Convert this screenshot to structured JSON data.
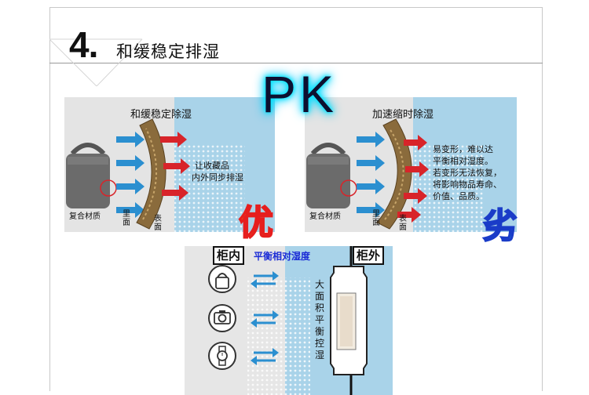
{
  "heading": {
    "number": "4.",
    "title": "和缓稳定排湿"
  },
  "pk_label": "PK",
  "left_panel": {
    "title": "和缓稳定除湿",
    "desc_line1": "让收藏品",
    "desc_line2": "内外同步排湿",
    "material_label": "复合材质",
    "inner_label": "里面",
    "outer_label": "表面",
    "verdict": "优"
  },
  "right_panel": {
    "title": "加速缩时除湿",
    "desc_lines": [
      "易变形，难以达",
      "平衡相对湿度。",
      "若变形无法恢复，",
      "将影响物品寿命、",
      "价值、品质。"
    ],
    "material_label": "复合材质",
    "inner_label": "里面",
    "outer_label": "表面",
    "verdict": "劣"
  },
  "bottom_panel": {
    "inside_label": "柜内",
    "outside_label": "柜外",
    "balance_label": "平衡相对湿度",
    "side_label": "大面积平衡控湿",
    "items": [
      "bag-icon",
      "camera-icon",
      "watch-icon"
    ]
  },
  "colors": {
    "accent_blue": "#1a2bd6",
    "panel_blue": "#a9d3e9",
    "arrow_red": "#d8242a",
    "arrow_blue": "#2b8fd0"
  }
}
